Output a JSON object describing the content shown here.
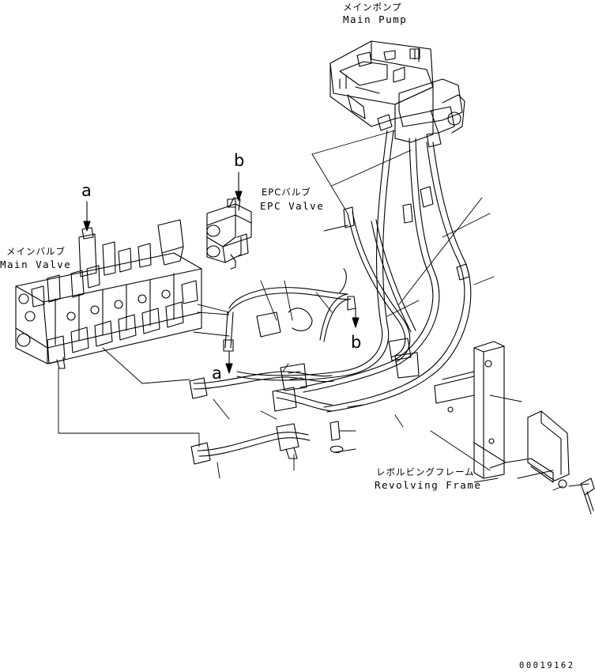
{
  "labels": {
    "main_pump_jp": "メインポンプ",
    "main_pump_en": "Main Pump",
    "epc_valve_jp": "EPCバルブ",
    "epc_valve_en": "EPC Valve",
    "main_valve_jp": "メインバルブ",
    "main_valve_en": "Main Valve",
    "revolving_frame_jp": "レボルビングフレーム",
    "revolving_frame_en": "Revolving Frame"
  },
  "refs": {
    "a_top": "a",
    "a_bottom": "a",
    "b_top": "b",
    "b_bottom": "b"
  },
  "drawing_number": "00019162"
}
